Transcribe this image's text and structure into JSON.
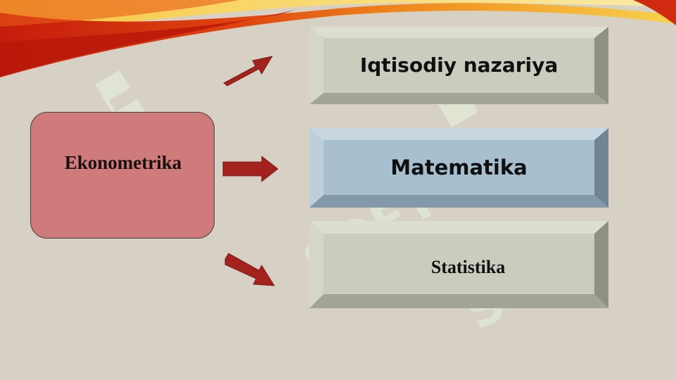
{
  "diagram": {
    "source": {
      "label": "Ekonometrika"
    },
    "targets": [
      {
        "label": "Iqtisodiy nazariya"
      },
      {
        "label": "Matematika"
      },
      {
        "label": "Statistika"
      }
    ]
  },
  "colors": {
    "background": "#d6d1c4",
    "source_fill": "#cf7b7b",
    "target_fill_default": "#c9cdbd",
    "target_fill_highlight": "#a8bfcf",
    "target_border": "#9b2a2a",
    "arrow": "#a3221e",
    "swoosh_red": "#c41c0c",
    "swoosh_orange": "#f08a1c",
    "swoosh_yellow": "#f8d24a"
  },
  "icons": [
    "swoosh-decoration",
    "arrow-right-icon"
  ],
  "watermark": "SOFT"
}
